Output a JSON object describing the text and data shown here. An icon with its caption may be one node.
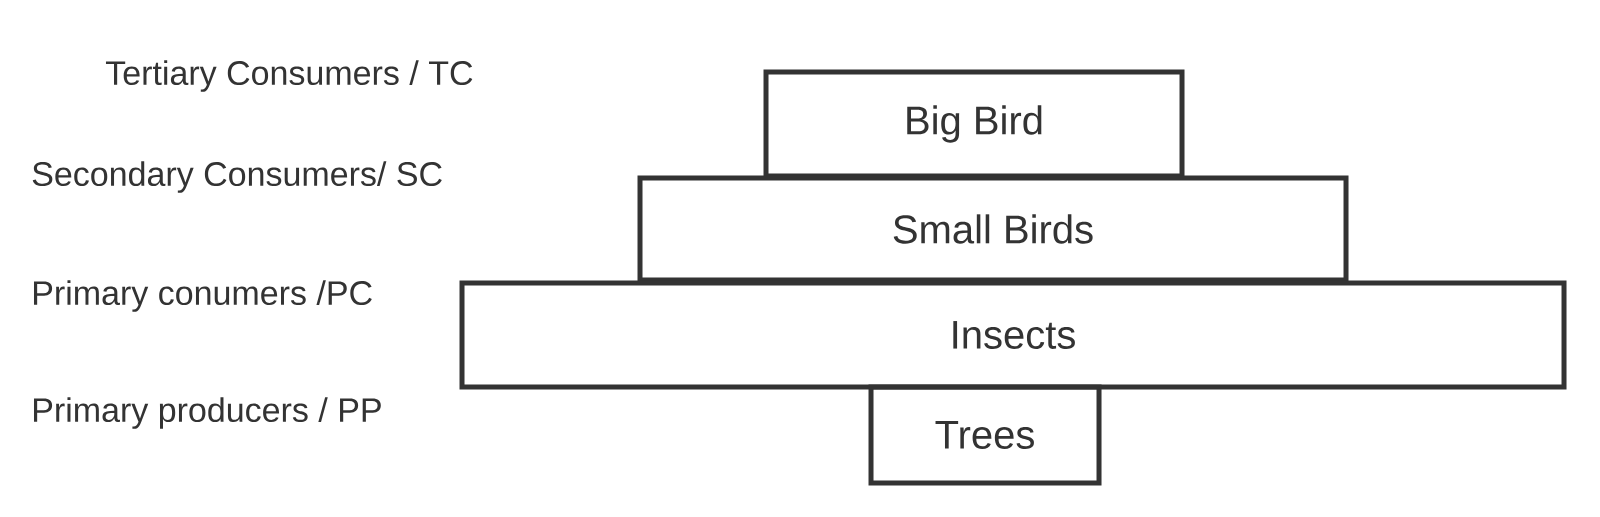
{
  "diagram": {
    "nodes": [
      {
        "text": [
          "Big Bird"
        ]
      },
      {
        "text": [
          "Small Birds"
        ]
      },
      {
        "text": [
          "Insects"
        ]
      },
      {
        "text": [
          "Trees"
        ]
      }
    ],
    "labels": [
      "Tertiary Consumers / TC",
      "Secondary Consumers/ SC",
      "Primary conumers /PC",
      "Primary producers / PP"
    ]
  }
}
